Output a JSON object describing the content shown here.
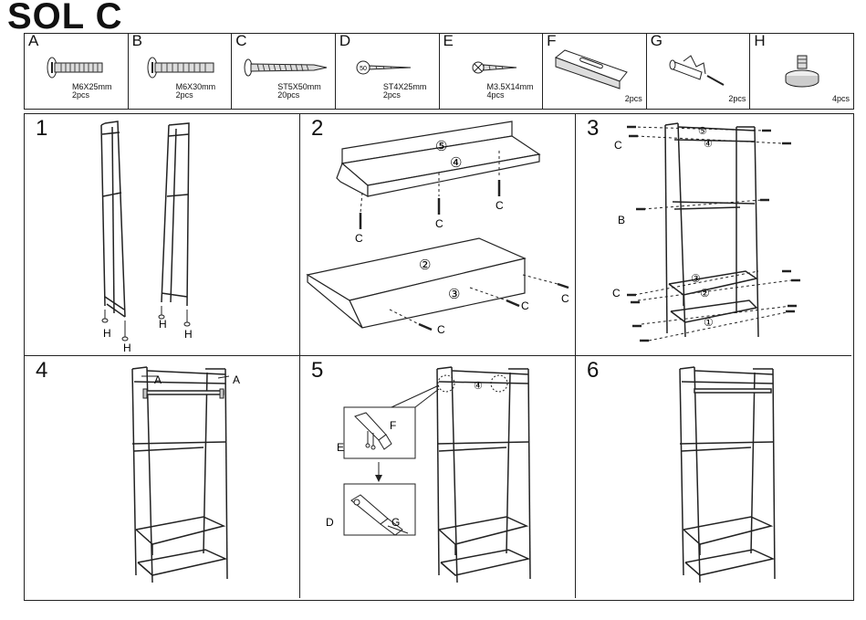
{
  "title": "SOL C",
  "parts": [
    {
      "letter": "A",
      "spec": "M6X25mm",
      "qty": "2pcs"
    },
    {
      "letter": "B",
      "spec": "M6X30mm",
      "qty": "2pcs"
    },
    {
      "letter": "C",
      "spec": "ST5X50mm",
      "qty": "20pcs"
    },
    {
      "letter": "D",
      "spec": "ST4X25mm",
      "qty": "2pcs"
    },
    {
      "letter": "E",
      "spec": "M3.5X14mm",
      "qty": "4pcs"
    },
    {
      "letter": "F",
      "spec": "",
      "qty": "2pcs"
    },
    {
      "letter": "G",
      "spec": "",
      "qty": "2pcs"
    },
    {
      "letter": "H",
      "spec": "",
      "qty": "4pcs"
    }
  ],
  "steps": [
    {
      "num": "1"
    },
    {
      "num": "2"
    },
    {
      "num": "3"
    },
    {
      "num": "4"
    },
    {
      "num": "5"
    },
    {
      "num": "6"
    }
  ],
  "labels": {
    "h": "H",
    "c": "C",
    "b": "B",
    "a": "A",
    "d": "D",
    "e": "E",
    "f": "F",
    "g": "G",
    "p1": "①",
    "p2": "②",
    "p3": "③",
    "p4": "④",
    "p5": "⑤"
  }
}
